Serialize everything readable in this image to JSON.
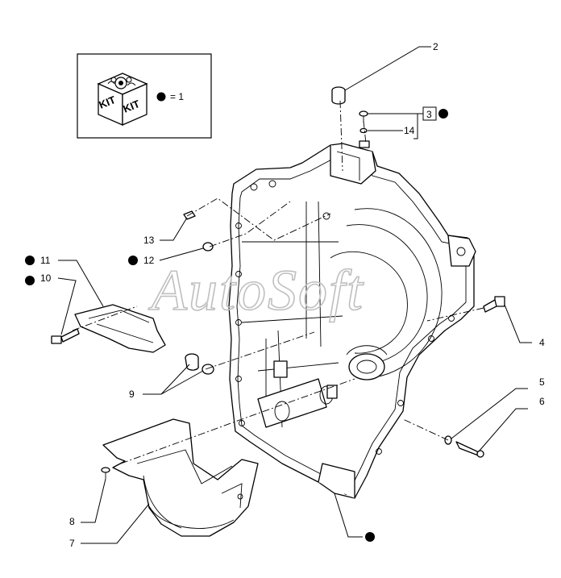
{
  "legend": {
    "kit_word_1": "KIT",
    "kit_word_2": "KIT",
    "dot_equals": "= 1"
  },
  "callouts": {
    "c2": "2",
    "c3": "3",
    "c14": "14",
    "c13": "13",
    "c12": "12",
    "c11": "11",
    "c10": "10",
    "c9": "9",
    "c4": "4",
    "c5": "5",
    "c6": "6",
    "c8": "8",
    "c7": "7"
  },
  "watermark": "AutoSoft",
  "colors": {
    "line": "#000000",
    "background": "#ffffff",
    "watermark": "#bfbfbf"
  }
}
